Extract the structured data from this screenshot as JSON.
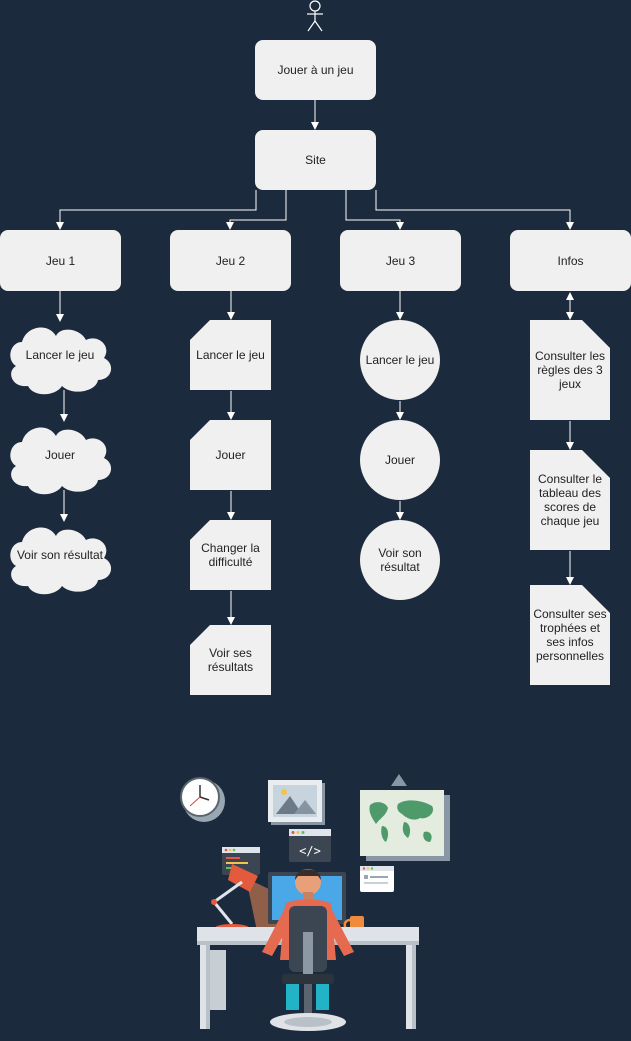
{
  "nodes": {
    "actor": "",
    "jouer_jeu": "Jouer à un jeu",
    "site": "Site",
    "jeu1": "Jeu 1",
    "jeu2": "Jeu 2",
    "jeu3": "Jeu 3",
    "infos": "Infos",
    "j1_lancer": "Lancer le jeu",
    "j1_jouer": "Jouer",
    "j1_resultat": "Voir son résultat",
    "j2_lancer": "Lancer le jeu",
    "j2_jouer": "Jouer",
    "j2_difficulte": "Changer la difficulté",
    "j2_resultats": "Voir ses résultats",
    "j3_lancer": "Lancer le jeu",
    "j3_jouer": "Jouer",
    "j3_resultat": "Voir son résultat",
    "info_regles": "Consulter les règles des 3 jeux",
    "info_scores": "Consulter le tableau des scores de chaque jeu",
    "info_trophees": "Consulter ses trophées et ses infos personnelles"
  },
  "colors": {
    "background": "#1b2a3c",
    "shape_fill": "#f0f0f0",
    "connector": "#ffffff",
    "text": "#222222"
  },
  "illustration": {
    "subject": "developer-at-desk-illustration",
    "icons": [
      "clock-icon",
      "picture-frame-icon",
      "world-map-icon",
      "code-window-icon",
      "desk-lamp-icon",
      "monitor-icon",
      "coffee-mug-icon"
    ]
  }
}
